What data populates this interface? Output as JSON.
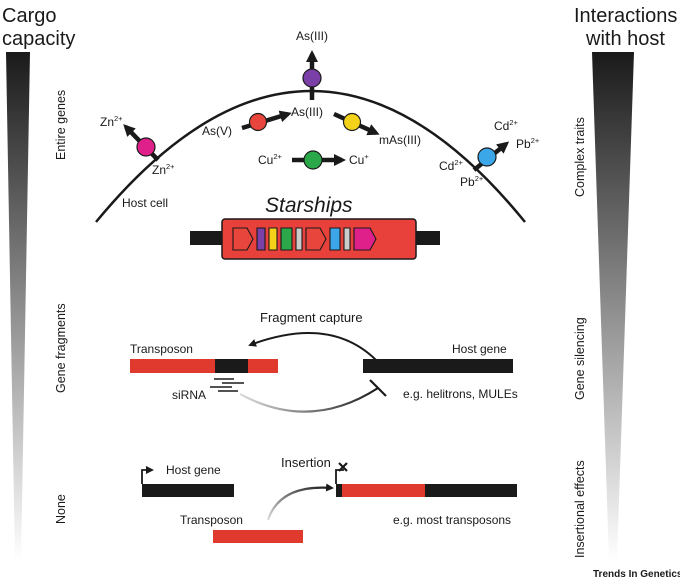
{
  "left_axis": {
    "title_line1": "Cargo",
    "title_line2": "capacity",
    "levels": [
      "Entire genes",
      "Gene fragments",
      "None"
    ]
  },
  "right_axis": {
    "title_line1": "Interactions",
    "title_line2": "with host",
    "levels": [
      "Complex traits",
      "Gene silencing",
      "Insertional effects"
    ]
  },
  "panel_top": {
    "title": "Starships",
    "host_cell_label": "Host cell",
    "transporters": {
      "zinc": {
        "in": "Zn",
        "out": "Zn",
        "charge": "2+",
        "color": "#e0208a"
      },
      "arsenic_export": {
        "label": "As(III)",
        "color": "#7b3fa8"
      },
      "arsenate": {
        "substrate": "As(V)",
        "product": "As(III)",
        "color": "#e8463c"
      },
      "methylation": {
        "product": "mAs(III)",
        "color": "#f5d21a"
      },
      "copper": {
        "substrate": "Cu",
        "substrate_charge": "2+",
        "product": "Cu",
        "product_charge": "+",
        "color": "#2aa84a"
      },
      "cadmium_lead": {
        "out1": "Cd",
        "out2": "Pb",
        "in1": "Cd",
        "in2": "Pb",
        "charge": "2+",
        "color": "#3ba6e8"
      }
    },
    "cargo_colors": [
      "#e8463c",
      "#7b3fa8",
      "#f5d21a",
      "#2aa84a",
      "#cccccc",
      "#e8463c",
      "#3ba6e8",
      "#cccccc",
      "#e0208a"
    ]
  },
  "panel_middle": {
    "capture_label": "Fragment capture",
    "transposon_label": "Transposon",
    "host_gene_label": "Host gene",
    "sirna_label": "siRNA",
    "example": "e.g. helitrons, MULEs"
  },
  "panel_bottom": {
    "host_gene_label": "Host gene",
    "insertion_label": "Insertion",
    "transposon_label": "Transposon",
    "example": "e.g. most transposons"
  },
  "colors": {
    "red": "#e03a2e",
    "black": "#1a1a1a",
    "cargo_box": "#e8403a"
  },
  "credit": "Trends In Genetics"
}
